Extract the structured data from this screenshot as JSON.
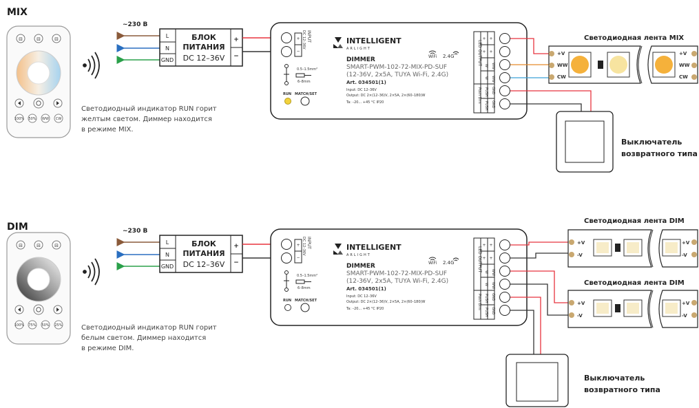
{
  "sections": [
    {
      "id": "mix",
      "title": "MIX",
      "mains_label": "~230 В",
      "psu": {
        "terminals": [
          "L",
          "N",
          "GND"
        ],
        "title_line1": "БЛОК",
        "title_line2": "ПИТАНИЯ",
        "voltage": "DC 12–36V",
        "plus": "+",
        "minus": "−"
      },
      "dimmer": {
        "brand": "INTELLIGENT",
        "brand_sub": "ARLIGHT",
        "wifi": "WiFi",
        "band": "2.4G",
        "name": "DIMMER",
        "model": "SMART-PWM-102-72-MIX-PD-SUF",
        "spec": "(12-36V, 2x5A, TUYA Wi-Fi, 2.4G)",
        "art": "Art. 034501(1)",
        "input_line": "Input: DC 12–36V",
        "output_line": "Output: DC 2×(12–36)V, 2×5A, 2×(60–180)W",
        "temp_line": "Ta: –20... +45 °C IP20",
        "input_label": "INPUT",
        "input_volt": "DC 12–36V",
        "wire_spec": "0.5–1.5mm²",
        "strip_len": "6–8mm",
        "run_label": "RUN",
        "match_label": "MATCH/SET",
        "led_output": "LED OUTPUT",
        "push_dim": "Push Dim",
        "out_col1": [
          "+",
          "+",
          "W",
          "W"
        ],
        "out_col2": [
          "+",
          "+",
          "WW",
          "WW"
        ],
        "push_col1": [
          "GND",
          "GND"
        ],
        "push_col2": [
          "PUSH",
          "PUSH"
        ],
        "push_col3": [
          "CW",
          "CW"
        ]
      },
      "remote": {
        "buttons_bottom": [
          "100%",
          "50%",
          "WW",
          "CW"
        ]
      },
      "note": [
        "Светодиодный индикатор RUN горит",
        "желтым светом. Диммер находится",
        "в режиме MIX."
      ],
      "strips": [
        {
          "title": "Светодиодная лента MIX",
          "left_labels": [
            "+V",
            "WW",
            "CW"
          ],
          "right_labels": [
            "+V",
            "WW",
            "CW"
          ]
        }
      ],
      "switch_label": [
        "Выключатель",
        "возвратного типа"
      ]
    },
    {
      "id": "dim",
      "title": "DIM",
      "mains_label": "~230 В",
      "psu": {
        "terminals": [
          "L",
          "N",
          "GND"
        ],
        "title_line1": "БЛОК",
        "title_line2": "ПИТАНИЯ",
        "voltage": "DC 12–36V",
        "plus": "+",
        "minus": "−"
      },
      "dimmer": {
        "brand": "INTELLIGENT",
        "brand_sub": "ARLIGHT",
        "wifi": "WiFi",
        "band": "2.4G",
        "name": "DIMMER",
        "model": "SMART-PWM-102-72-MIX-PD-SUF",
        "spec": "(12-36V, 2x5A, TUYA Wi-Fi, 2.4G)",
        "art": "Art. 034501(1)",
        "input_line": "Input: DC 12–36V",
        "output_line": "Output: DC 2×(12–36)V, 2×5A, 2×(60–180)W",
        "temp_line": "Ta: –20... +45 °C IP20",
        "input_label": "INPUT",
        "input_volt": "DC 12–36V",
        "wire_spec": "0.5–1.5mm²",
        "strip_len": "6–8mm",
        "run_label": "RUN",
        "match_label": "MATCH/SET",
        "led_output": "LED OUTPUT",
        "push_dim": "Push Dim",
        "out_col1": [
          "+",
          "+",
          "W",
          "W"
        ],
        "out_col2": [
          "+",
          "+",
          "WW",
          "WW"
        ],
        "push_col1": [
          "GND",
          "GND"
        ],
        "push_col2": [
          "PUSH",
          "PUSH"
        ],
        "push_col3": [
          "CW",
          "CW"
        ]
      },
      "remote": {
        "buttons_bottom": [
          "100%",
          "75%",
          "50%",
          "25%"
        ]
      },
      "note": [
        "Светодиодный индикатор RUN горит",
        "белым светом. Диммер находится",
        "в режиме DIM."
      ],
      "strips": [
        {
          "title": "Светодиодная лента DIM",
          "left_labels": [
            "+V",
            "-V"
          ],
          "right_labels": [
            "+V",
            "-V"
          ]
        },
        {
          "title": "Светодиодная лента DIM",
          "left_labels": [
            "+V",
            "-V"
          ],
          "right_labels": [
            "+V",
            "-V"
          ]
        }
      ],
      "switch_label": [
        "Выключатель",
        "возвратного типа"
      ]
    }
  ],
  "colors": {
    "wire_l": "#8a5a3a",
    "wire_n": "#2a6fc0",
    "wire_gnd": "#2aa04a",
    "wire_pos": "#e8333d",
    "wire_neg": "#333333",
    "wire_ww": "#e58a2a",
    "wire_cw": "#3aa0d8",
    "led_mix_run": "#f2d23c"
  }
}
